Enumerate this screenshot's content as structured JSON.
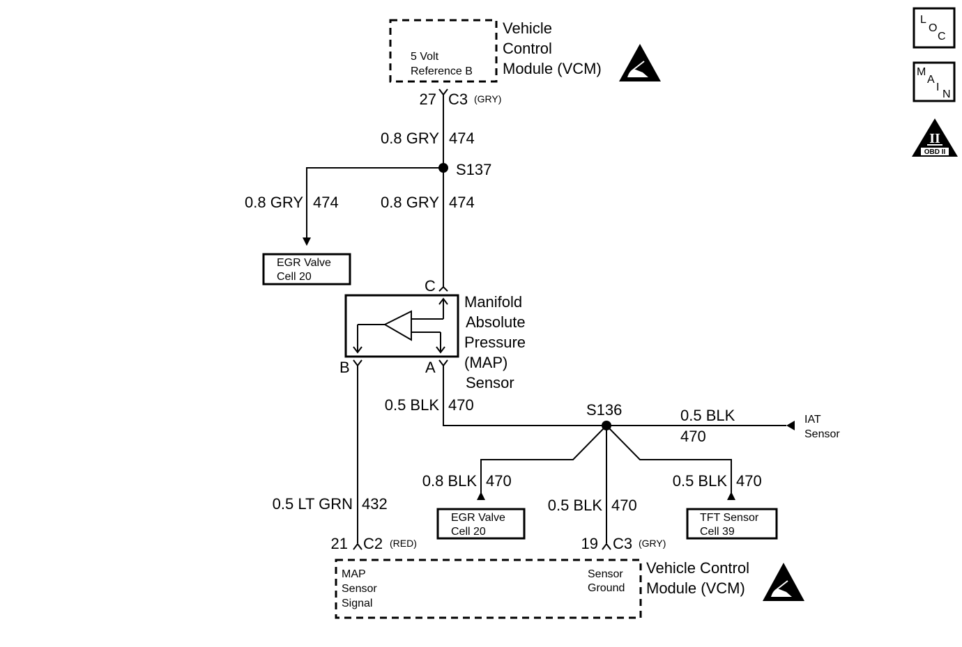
{
  "side_icons": {
    "loc": [
      "L",
      "O",
      "C"
    ],
    "main": [
      "M",
      "A",
      "I",
      "N"
    ],
    "obd": {
      "top": "II",
      "bottom": "OBD II"
    }
  },
  "vcm_top": {
    "name_lines": [
      "Vehicle",
      "Control",
      "Module (VCM)"
    ],
    "inner_lines": [
      "5 Volt",
      "Reference B"
    ],
    "pin": "27",
    "connector": "C3",
    "connector_color": "(GRY)"
  },
  "wires": {
    "top_segment": {
      "gauge_color": "0.8 GRY",
      "circuit": "474"
    },
    "egr_branch": {
      "gauge_color": "0.8 GRY",
      "circuit": "474"
    },
    "map_feed": {
      "gauge_color": "0.8 GRY",
      "circuit": "474"
    },
    "ground_a": {
      "gauge_color": "0.5 BLK",
      "circuit": "470"
    },
    "iat": {
      "gauge_color": "0.5 BLK",
      "circuit": "470"
    },
    "egr_ground": {
      "gauge_color": "0.8 BLK",
      "circuit": "470"
    },
    "vcm_ground": {
      "gauge_color": "0.5 BLK",
      "circuit": "470"
    },
    "tft_ground": {
      "gauge_color": "0.5 BLK",
      "circuit": "470"
    },
    "signal": {
      "gauge_color": "0.5 LT GRN",
      "circuit": "432"
    }
  },
  "splices": {
    "s137": "S137",
    "s136": "S136"
  },
  "egr_top": [
    "EGR Valve",
    "Cell 20"
  ],
  "egr_bottom": [
    "EGR Valve",
    "Cell 20"
  ],
  "tft": [
    "TFT Sensor",
    "Cell 39"
  ],
  "iat_label": [
    "IAT",
    "Sensor"
  ],
  "map_sensor": {
    "name_lines": [
      "Manifold",
      "Absolute",
      "Pressure",
      "(MAP)",
      "Sensor"
    ],
    "pin_c": "C",
    "pin_b": "B",
    "pin_a": "A"
  },
  "vcm_bottom": {
    "name_lines": [
      "Vehicle Control",
      "Module (VCM)"
    ],
    "signal_lines": [
      "MAP",
      "Sensor",
      "Signal"
    ],
    "ground_lines": [
      "Sensor",
      "Ground"
    ],
    "signal_pin": "21",
    "signal_connector": "C2",
    "signal_connector_color": "(RED)",
    "ground_pin": "19",
    "ground_connector": "C3",
    "ground_connector_color": "(GRY)"
  }
}
